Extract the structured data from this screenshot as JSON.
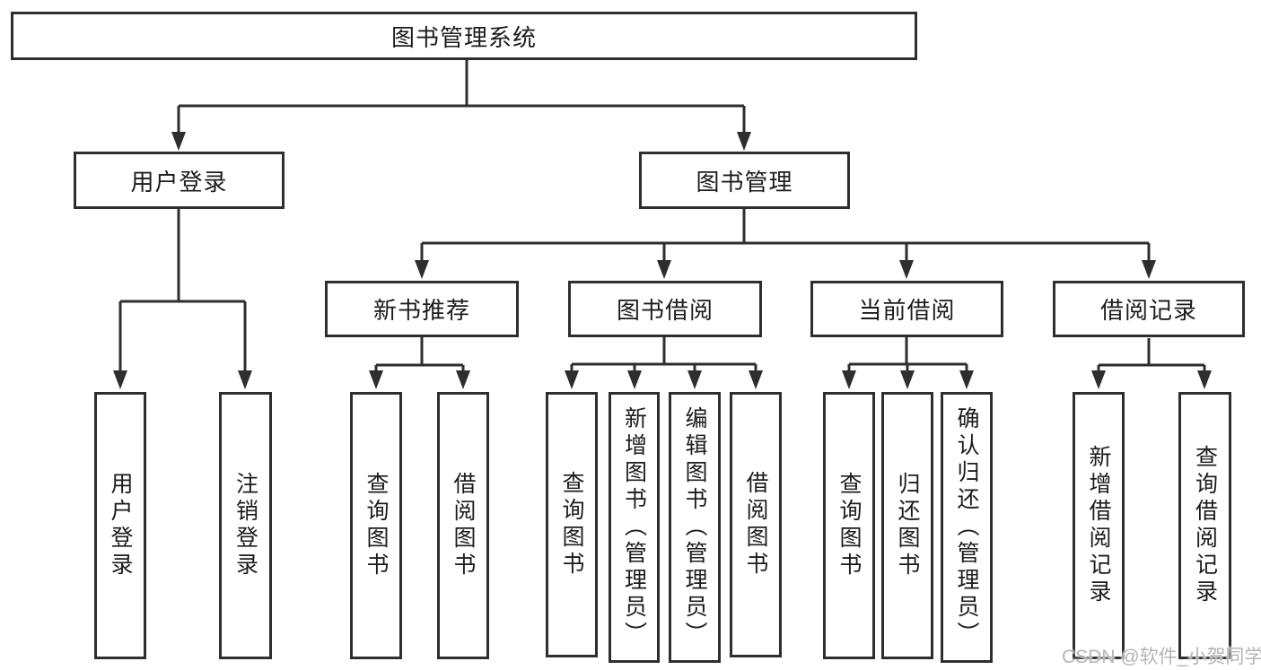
{
  "nodes": {
    "root": "图书管理系统",
    "user_login": "用户登录",
    "book_mgmt": "图书管理",
    "new_book": "新书推荐",
    "book_borrow": "图书借阅",
    "current_borrow": "当前借阅",
    "borrow_record": "借阅记录"
  },
  "leaves": [
    "用户登录",
    "注销登录",
    "查询图书",
    "借阅图书",
    "查询图书",
    "新增图书（管理员）",
    "编辑图书（管理员）",
    "借阅图书",
    "查询图书",
    "归还图书",
    "确认归还（管理员）",
    "新增借阅记录",
    "查询借阅记录"
  ],
  "watermark": "CSDN @软件_小贺同学",
  "colors": {
    "line": "#2e2e2e",
    "text": "#1c1c1c",
    "bg": "#ffffff",
    "watermark": "#b5b5b5"
  }
}
